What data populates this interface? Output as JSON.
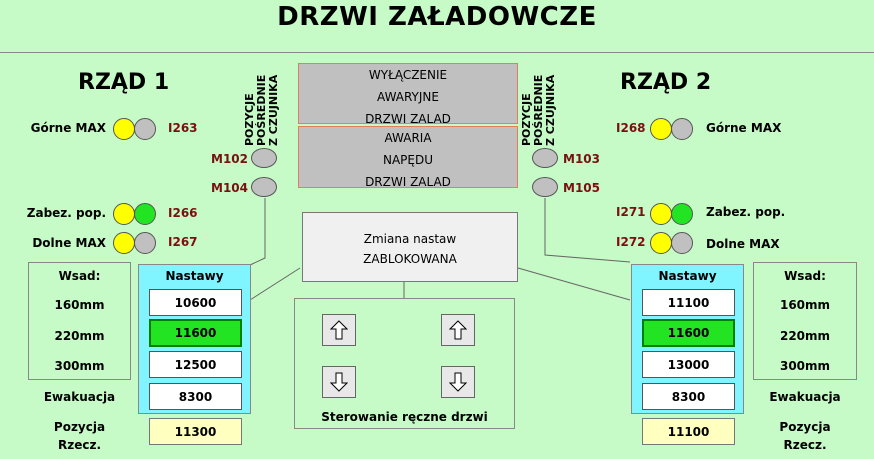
{
  "title": "DRZWI ZAŁADOWCZE",
  "rows": {
    "left": {
      "title": "RZĄD 1",
      "signals": [
        {
          "label": "Górne MAX",
          "code": "I263",
          "lamps": [
            "yellow",
            "grey"
          ]
        },
        {
          "label": "Zabez. pop.",
          "code": "I266",
          "lamps": [
            "yellow",
            "green"
          ]
        },
        {
          "label": "Dolne MAX",
          "code": "I267",
          "lamps": [
            "yellow",
            "grey"
          ]
        }
      ],
      "intermediate_codes": [
        "M102",
        "M104"
      ],
      "position_label_lines": [
        "POZYCJE",
        "POŚREDNIE",
        "Z CZUJNIKA"
      ],
      "wsad": {
        "title": "Wsad:",
        "items": [
          "160mm",
          "220mm",
          "300mm"
        ],
        "evac": "Ewakuacja",
        "pos_line1": "Pozycja",
        "pos_line2": "Rzecz."
      },
      "nastawy": {
        "title": "Nastawy",
        "values": [
          "10600",
          "11600",
          "12500",
          "8300"
        ],
        "selected_index": 1,
        "position": "11300"
      }
    },
    "right": {
      "title": "RZĄD 2",
      "signals": [
        {
          "label": "Górne MAX",
          "code": "I268",
          "lamps": [
            "yellow",
            "grey"
          ]
        },
        {
          "label": "Zabez. pop.",
          "code": "I271",
          "lamps": [
            "yellow",
            "green"
          ]
        },
        {
          "label": "Dolne MAX",
          "code": "I272",
          "lamps": [
            "yellow",
            "grey"
          ]
        }
      ],
      "intermediate_codes": [
        "M103",
        "M105"
      ],
      "position_label_lines": [
        "POZYCJE",
        "POŚREDNIE",
        "Z CZUJNIKA"
      ],
      "wsad": {
        "title": "Wsad:",
        "items": [
          "160mm",
          "220mm",
          "300mm"
        ],
        "evac": "Ewakuacja",
        "pos_line1": "Pozycja",
        "pos_line2": "Rzecz."
      },
      "nastawy": {
        "title": "Nastawy",
        "values": [
          "11100",
          "11600",
          "13000",
          "8300"
        ],
        "selected_index": 1,
        "position": "11100"
      }
    }
  },
  "alarms": {
    "emergency": [
      "WYŁĄCZENIE",
      "AWARYJNE",
      "DRZWI ZALAD"
    ],
    "drive_fault": [
      "AWARIA",
      "NAPĘDU",
      "DRZWI ZALAD"
    ]
  },
  "settings_change": {
    "line1": "Zmiana nastaw",
    "line2": "ZABLOKOWANA"
  },
  "manual_control": {
    "label": "Sterowanie ręczne drzwi"
  },
  "colors": {
    "background": "#c6fac6",
    "lamp_yellow": "#ffff00",
    "lamp_green": "#22e422",
    "lamp_grey": "#c0c0c0",
    "nastawy_panel": "#80f4ff",
    "code_text": "#7a1010"
  }
}
